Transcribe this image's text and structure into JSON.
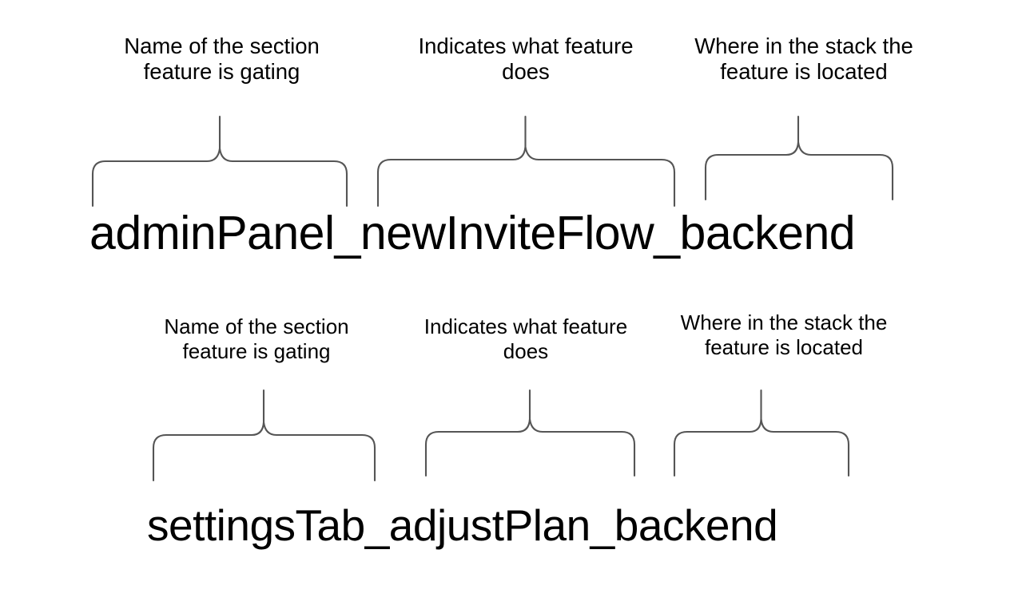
{
  "slide": {
    "background_color": "#ffffff",
    "text_color": "#000000",
    "brace_color": "#555555"
  },
  "rows": [
    {
      "id": "row-1",
      "flag_name": "adminPanel_newInviteFlow_backend",
      "segments": [
        {
          "token": "adminPanel",
          "caption": "Name of the section\nfeature is gating"
        },
        {
          "token": "newInviteFlow",
          "caption": "Indicates what feature\ndoes"
        },
        {
          "token": "backend",
          "caption": "Where in the stack the\nfeature is located"
        }
      ]
    },
    {
      "id": "row-2",
      "flag_name": "settingsTab_adjustPlan_backend",
      "segments": [
        {
          "token": "settingsTab",
          "caption": "Name of the section\nfeature is gating"
        },
        {
          "token": "adjustPlan",
          "caption": "Indicates what feature\ndoes"
        },
        {
          "token": "backend",
          "caption": "Where in the stack the\nfeature is located"
        }
      ]
    }
  ]
}
